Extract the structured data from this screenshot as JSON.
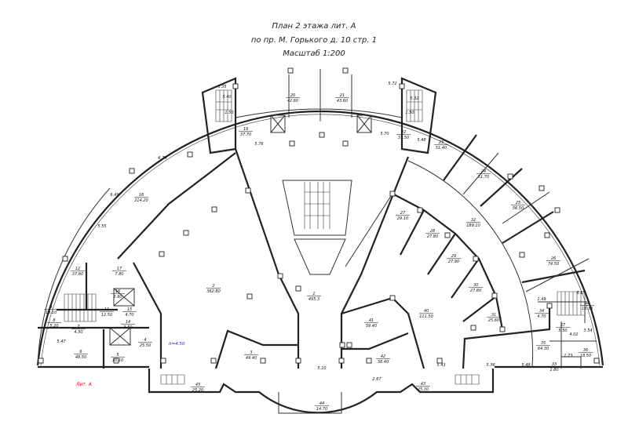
{
  "title": {
    "line1": "План 2 этажа лит. А",
    "line2": "по пр. М. Горького д. 10 стр. 1",
    "scale": "Масштаб 1:200"
  },
  "annotations": {
    "height": "h=4.50",
    "height_color": "#1a1adc",
    "litera": "Лит. А",
    "litera_color": "#e01010"
  },
  "rooms": [
    {
      "num": "1",
      "area": "495.3"
    },
    {
      "num": "2",
      "area": "362.80"
    },
    {
      "num": "3",
      "area": "44.40"
    },
    {
      "num": "4",
      "area": "25.50"
    },
    {
      "num": "5",
      "area": "10.10"
    },
    {
      "num": "6",
      "area": "48.50"
    },
    {
      "num": "7",
      "area": "4.50"
    },
    {
      "num": "8",
      "area": "5.20"
    },
    {
      "num": "9",
      "area": "19.10"
    },
    {
      "num": "11",
      "area": "12.50"
    },
    {
      "num": "12",
      "area": "37.80"
    },
    {
      "num": "14",
      "area": "3.50"
    },
    {
      "num": "15",
      "area": "4.70"
    },
    {
      "num": "16",
      "area": "2.60"
    },
    {
      "num": "17",
      "area": "7.80"
    },
    {
      "num": "18",
      "area": "214.20"
    },
    {
      "num": "19",
      "area": "37.70"
    },
    {
      "num": "20",
      "area": "42.60"
    },
    {
      "num": "21",
      "area": "43.60"
    },
    {
      "num": "22",
      "area": "37.50"
    },
    {
      "num": "23",
      "area": "51.40"
    },
    {
      "num": "24",
      "area": "51.70"
    },
    {
      "num": "25",
      "area": "56.50"
    },
    {
      "num": "26",
      "area": "74.50"
    },
    {
      "num": "27",
      "area": "29.10"
    },
    {
      "num": "28",
      "area": "27.80"
    },
    {
      "num": "29",
      "area": "27.90"
    },
    {
      "num": "30",
      "area": "27.80"
    },
    {
      "num": "31",
      "area": "25.60"
    },
    {
      "num": "32",
      "area": "189.10"
    },
    {
      "num": "33",
      "area": "1.80"
    },
    {
      "num": "34",
      "area": "4.70"
    },
    {
      "num": "35",
      "area": "64.30"
    },
    {
      "num": "36",
      "area": "18.50"
    },
    {
      "num": "37",
      "area": "5.50"
    },
    {
      "num": "38",
      "area": "19.30"
    },
    {
      "num": "40",
      "area": "111.50"
    },
    {
      "num": "41",
      "area": "59.40"
    },
    {
      "num": "42",
      "area": "38.40"
    },
    {
      "num": "43",
      "area": "25.30"
    },
    {
      "num": "44",
      "area": "14.70"
    },
    {
      "num": "45",
      "area": "25.20"
    }
  ],
  "dimensions": [
    "5.47",
    "5.10",
    "5.43",
    "5.36",
    "5.48",
    "6.74",
    "6.49",
    "5.55",
    "5.40",
    "5.76",
    "5.70",
    "5.72",
    "5.35",
    "5.32",
    "5.48",
    "1.50",
    "1.50",
    "4.02",
    "1.73",
    "6.15",
    "1.49",
    "2.67",
    "3.54"
  ]
}
